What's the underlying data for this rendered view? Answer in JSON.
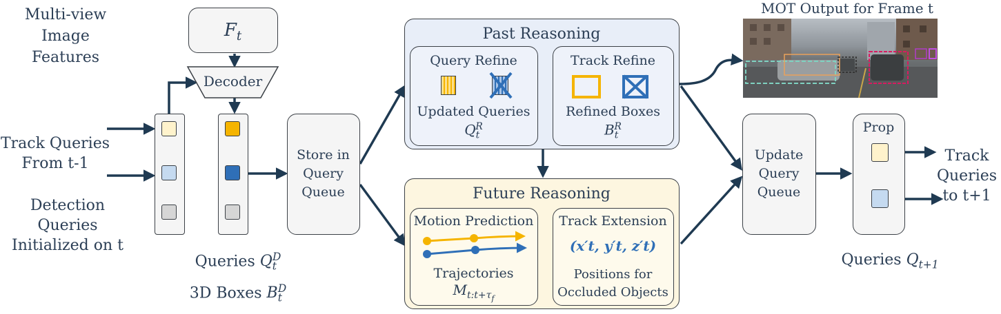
{
  "inputs": {
    "multiview_line1": "Multi-view",
    "multiview_line2": "Image",
    "multiview_line3": "Features",
    "track_q_line1": "Track Queries",
    "track_q_line2": "From t-1",
    "det_q_line1": "Detection Queries",
    "det_q_line2": "Initialized on t"
  },
  "feature_box": {
    "symbol": "F",
    "subscript": "t"
  },
  "decoder": {
    "label": "Decoder"
  },
  "detection_output": {
    "queries_label": "Queries ",
    "queries_symbol": "Q",
    "queries_sub": "t",
    "queries_sup": "D",
    "boxes_label": "3D Boxes ",
    "boxes_symbol": "B",
    "boxes_sub": "t",
    "boxes_sup": "D"
  },
  "store_queue": {
    "line1": "Store in",
    "line2": "Query",
    "line3": "Queue"
  },
  "past_reasoning": {
    "title": "Past Reasoning",
    "query_refine": {
      "title": "Query Refine",
      "caption": "Updated Queries",
      "symbol": "Q",
      "sub": "t",
      "sup": "R"
    },
    "track_refine": {
      "title": "Track Refine",
      "caption": "Refined Boxes",
      "symbol": "B",
      "sub": "t",
      "sup": "R"
    }
  },
  "future_reasoning": {
    "title": "Future Reasoning",
    "motion_prediction": {
      "title": "Motion Prediction",
      "caption": "Trajectories",
      "symbol": "M",
      "sub": "t:t+τ",
      "sub_f": "f"
    },
    "track_extension": {
      "title": "Track Extension",
      "formula": "(x′t, y′t, z′t)",
      "caption_line1": "Positions for",
      "caption_line2": "Occluded Objects"
    }
  },
  "mot_output": {
    "title": "MOT Output for Frame t"
  },
  "update_queue": {
    "line1": "Update",
    "line2": "Query",
    "line3": "Queue"
  },
  "prop": {
    "title": "Prop",
    "queries_label": "Queries ",
    "queries_symbol": "Q",
    "queries_sub": "t+1"
  },
  "outputs": {
    "line1": "Track",
    "line2": "Queries",
    "line3": "to t+1"
  },
  "colors": {
    "arrow": "#1f3a52",
    "yellow": "#f5b400",
    "blue": "#2f6fb7",
    "light_yellow": "#fff3cc",
    "light_blue": "#c5daf0",
    "gray": "#d6d6d6",
    "past_bg": "#e8eef8",
    "future_bg": "#fdf6e0"
  }
}
